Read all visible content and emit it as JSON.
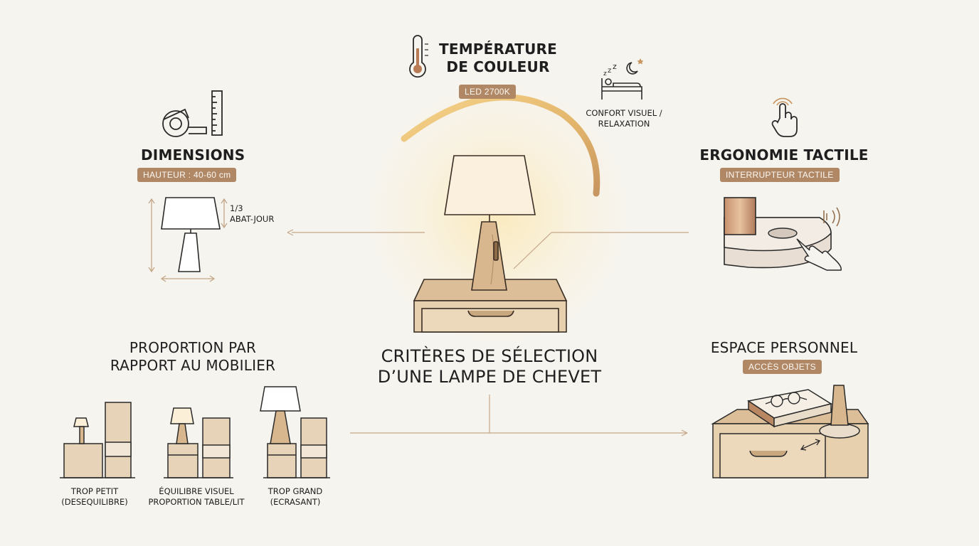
{
  "main": {
    "title_line1": "CRITÈRES DE SÉLECTION",
    "title_line2": "D’UNE LAMPE DE CHEVET"
  },
  "temperature": {
    "title_line1": "TEMPÉRATURE",
    "title_line2": "DE COULEUR",
    "badge": "LED 2700K",
    "note_line1": "CONFORT VISUEL /",
    "note_line2": "RELAXATION"
  },
  "dimensions": {
    "title": "DIMENSIONS",
    "badge": "HAUTEUR : 40-60 cm",
    "ratio_line1": "1/3",
    "ratio_line2": "ABAT-JOUR"
  },
  "ergonomie": {
    "title": "ERGONOMIE TACTILE",
    "badge": "INTERRUPTEUR TACTILE"
  },
  "proportion": {
    "title_line1": "PROPORTION PAR",
    "title_line2": "RAPPORT AU MOBILIER",
    "cases": [
      {
        "line1": "TROP PETIT",
        "line2": "(DESEQUILIBRE)"
      },
      {
        "line1": "ÉQUILIBRE VISUEL",
        "line2": "PROPORTION TABLE/LIT"
      },
      {
        "line1": "TROP GRAND",
        "line2": "(ECRASANT)"
      }
    ]
  },
  "espace": {
    "title": "ESPACE PERSONNEL",
    "badge": "ACCÈS OBJETS"
  },
  "colors": {
    "accent": "#b08866",
    "wood": "#e2c9a6",
    "glow": "#f4c874",
    "background": "#f6f4ef"
  }
}
